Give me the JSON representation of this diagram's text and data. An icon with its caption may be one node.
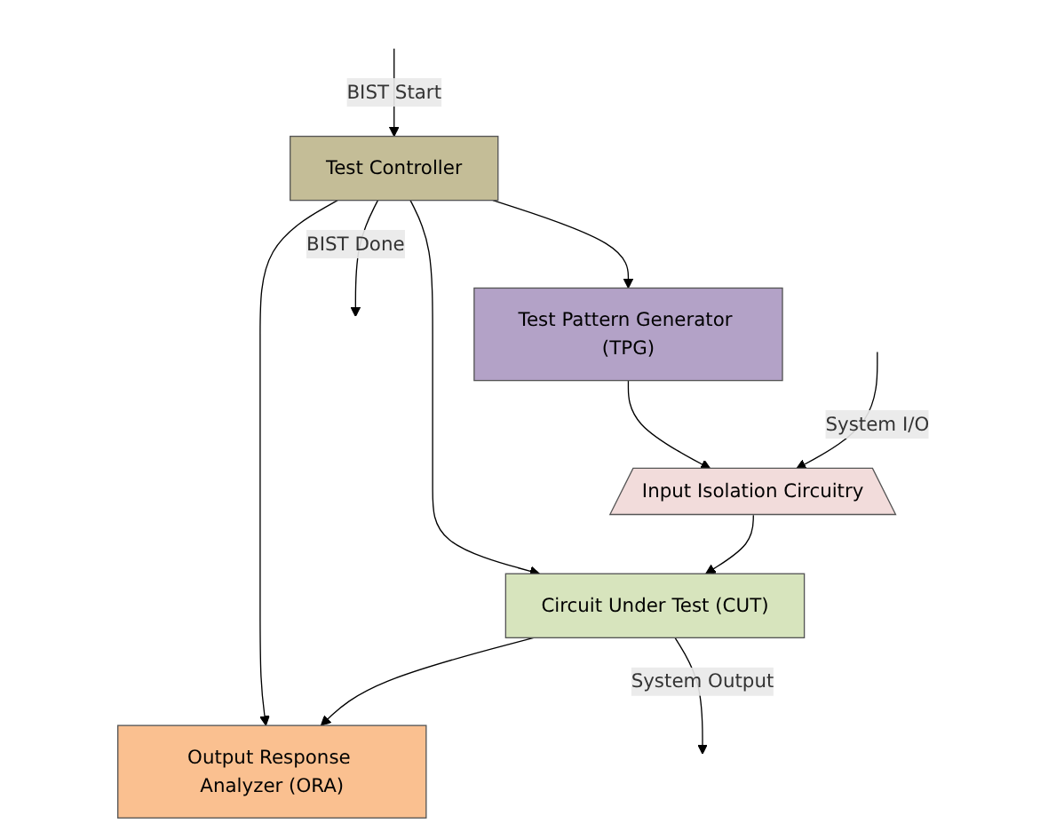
{
  "diagram": {
    "nodes": [
      {
        "text": [
          "Test Controller"
        ]
      },
      {
        "text": [
          "Test Pattern Generator (TPG)"
        ]
      },
      {
        "text": [
          "Output Response Analyzer (ORA)"
        ]
      },
      {
        "text": [
          "Input Isolation Circuitry"
        ]
      },
      {
        "text": [
          "Circuit Under Test (CUT)"
        ]
      }
    ],
    "edges": [
      {
        "from": null,
        "to": 0,
        "arrow": "to",
        "label": "BIST Start"
      },
      {
        "from": 0,
        "to": null,
        "arrow": "to",
        "label": "BIST Done"
      },
      {
        "from": 0,
        "to": 1,
        "arrow": "to"
      },
      {
        "from": 0,
        "to": 2,
        "arrow": "to"
      },
      {
        "from": 0,
        "to": 4,
        "arrow": "to"
      },
      {
        "from": 1,
        "to": 3,
        "arrow": "to"
      },
      {
        "from": null,
        "to": 3,
        "arrow": "to",
        "label": "System I/O"
      },
      {
        "from": 3,
        "to": 4,
        "arrow": "to"
      },
      {
        "from": 4,
        "to": 2,
        "arrow": "to"
      },
      {
        "from": 4,
        "to": null,
        "arrow": "to",
        "label": "System Output"
      }
    ]
  }
}
